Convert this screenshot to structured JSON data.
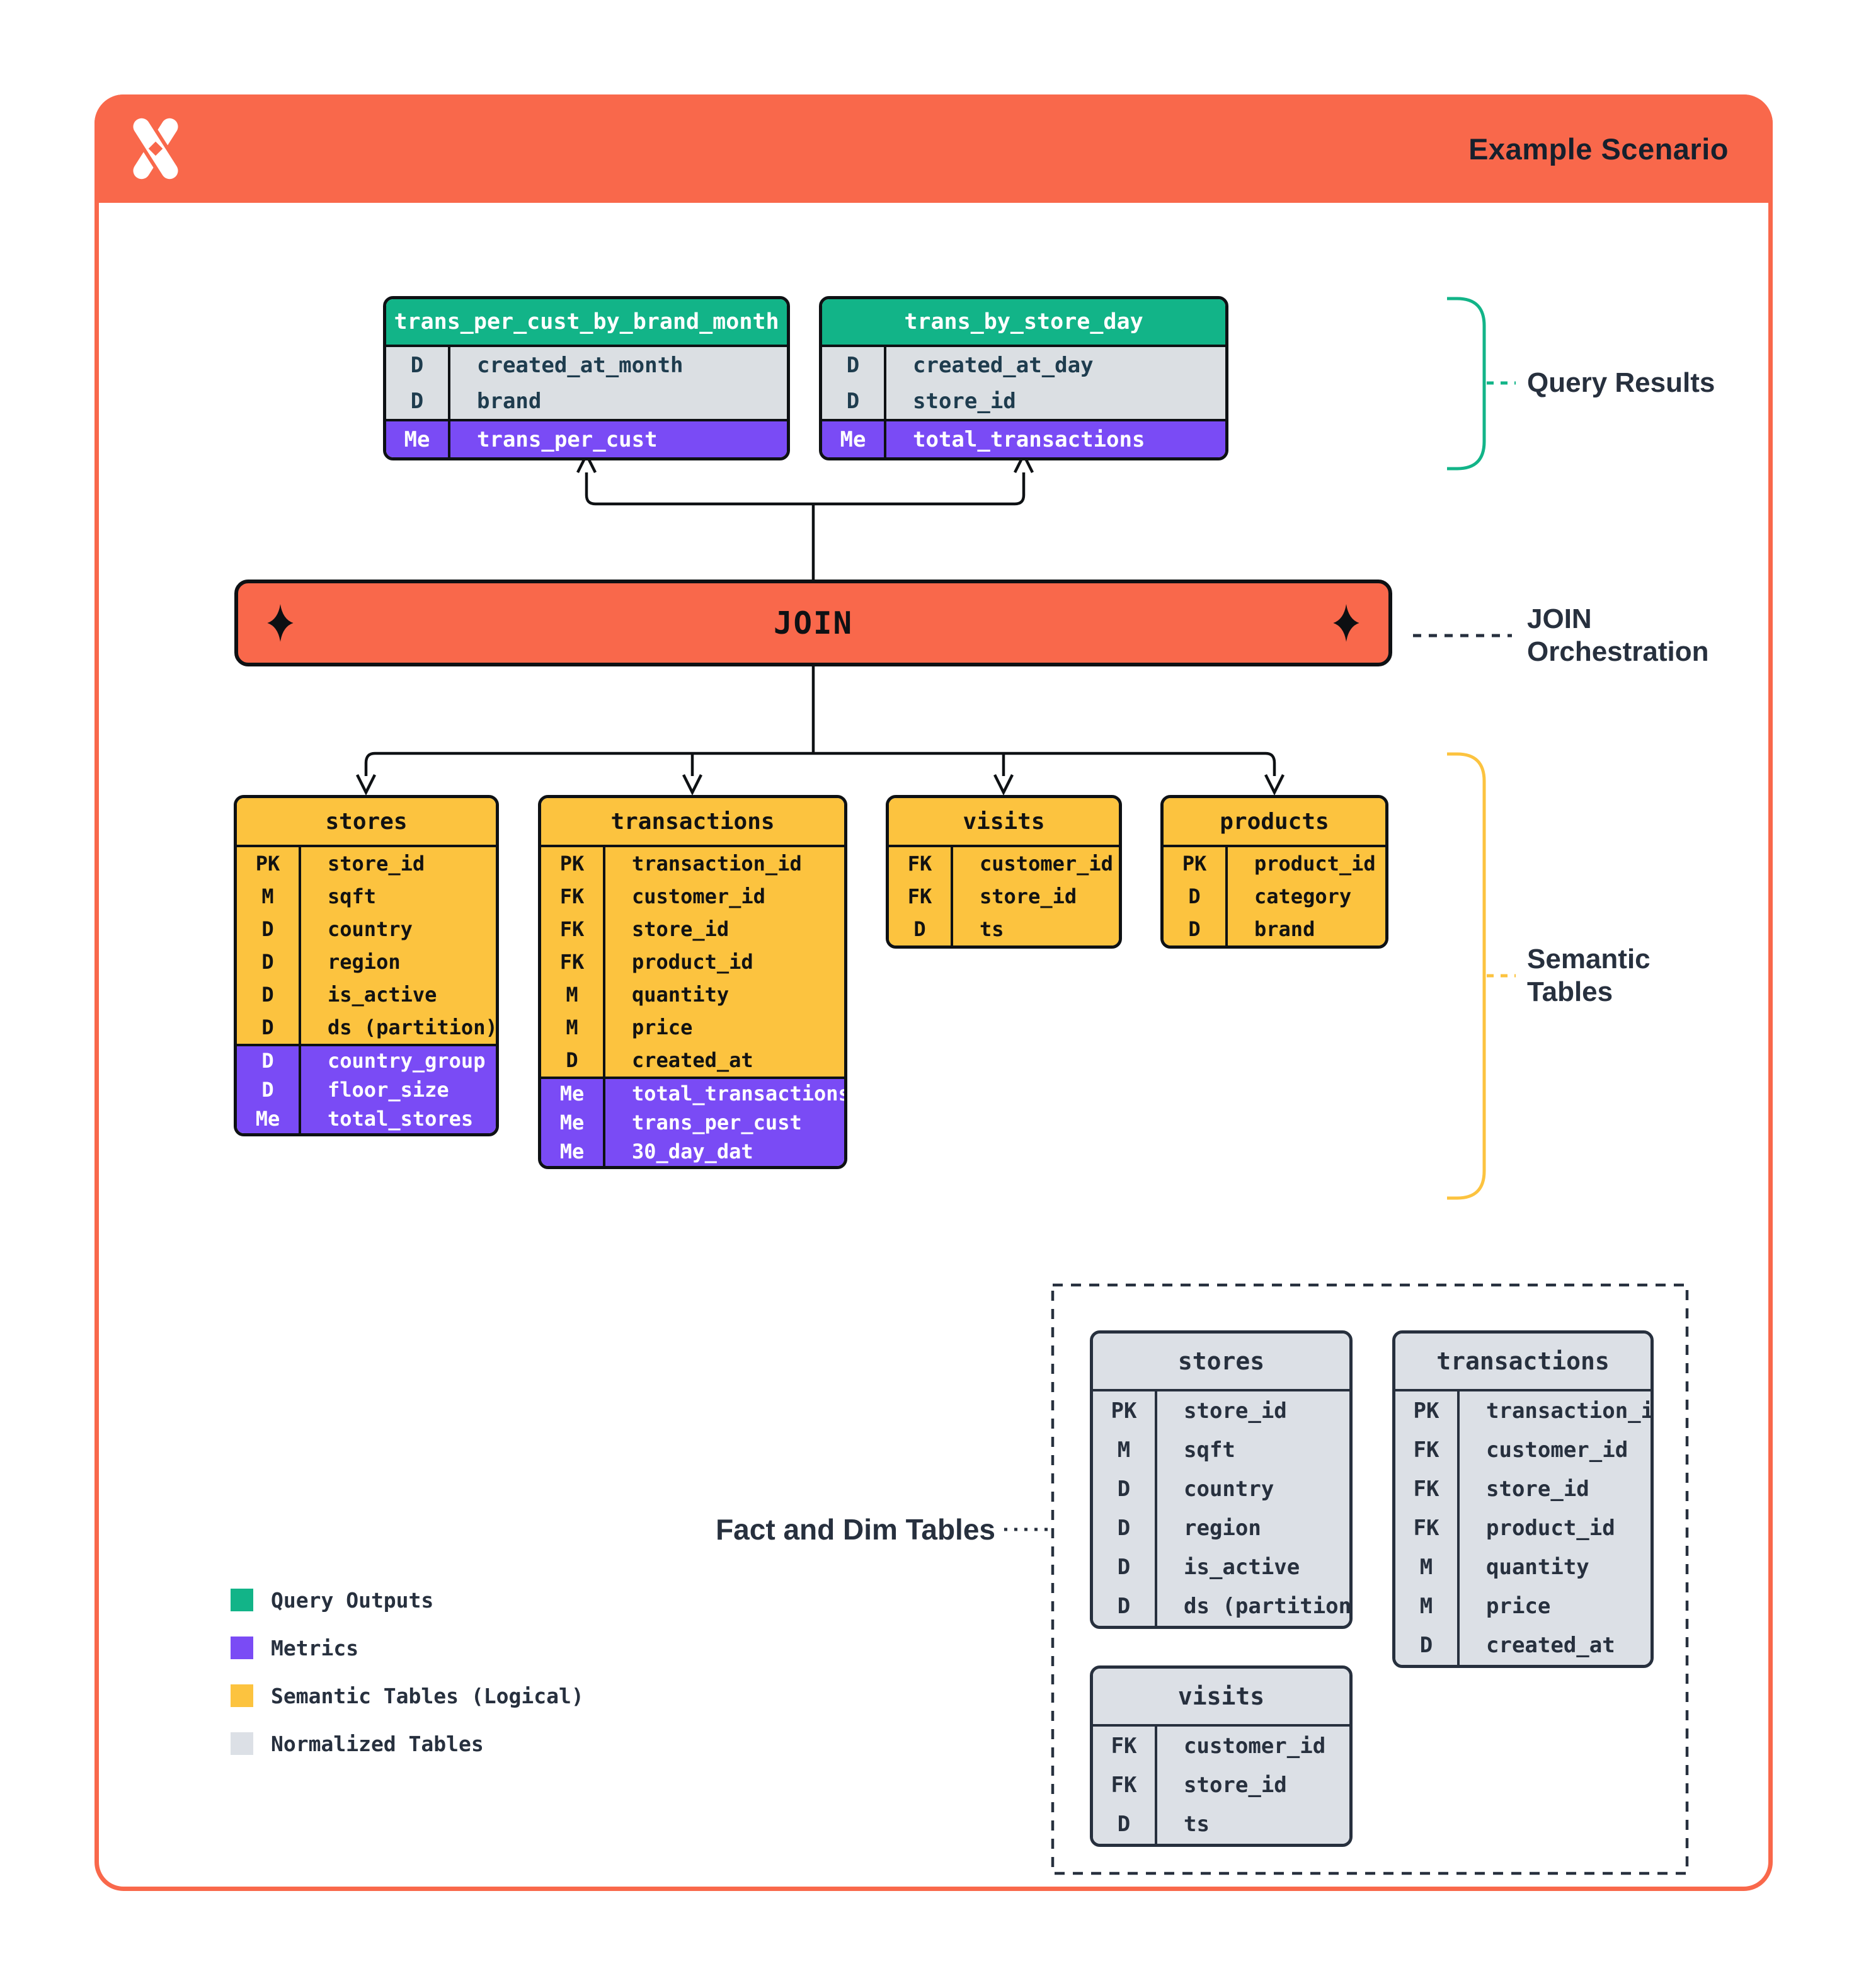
{
  "header": {
    "title": "Example Scenario",
    "logo_icon": "pinwheel-x-logo"
  },
  "join": {
    "label": "JOIN",
    "left_icon": "four-point-star-icon",
    "right_icon": "four-point-star-icon"
  },
  "annotations": {
    "query_results": "Query Results",
    "join_orchestration": "JOIN\nOrchestration",
    "semantic_tables": "Semantic\nTables",
    "fact_dim": "Fact and Dim Tables"
  },
  "result_tables": [
    {
      "title": "trans_per_cust_by_brand_month",
      "rows": [
        {
          "k": "D",
          "v": "created_at_month",
          "sec": "dim"
        },
        {
          "k": "D",
          "v": "brand",
          "sec": "dim"
        },
        {
          "k": "Me",
          "v": "trans_per_cust",
          "sec": "metric"
        }
      ]
    },
    {
      "title": "trans_by_store_day",
      "rows": [
        {
          "k": "D",
          "v": "created_at_day",
          "sec": "dim"
        },
        {
          "k": "D",
          "v": "store_id",
          "sec": "dim"
        },
        {
          "k": "Me",
          "v": "total_transactions",
          "sec": "metric"
        }
      ]
    }
  ],
  "semantic_tables": [
    {
      "title": "stores",
      "rows": [
        {
          "k": "PK",
          "v": "store_id",
          "sec": "attr"
        },
        {
          "k": "M",
          "v": "sqft",
          "sec": "attr"
        },
        {
          "k": "D",
          "v": "country",
          "sec": "attr"
        },
        {
          "k": "D",
          "v": "region",
          "sec": "attr"
        },
        {
          "k": "D",
          "v": "is_active",
          "sec": "attr"
        },
        {
          "k": "D",
          "v": "ds (partition)",
          "sec": "attr"
        },
        {
          "k": "D",
          "v": "country_group",
          "sec": "metric"
        },
        {
          "k": "D",
          "v": "floor_size",
          "sec": "metric"
        },
        {
          "k": "Me",
          "v": "total_stores",
          "sec": "metric"
        }
      ]
    },
    {
      "title": "transactions",
      "rows": [
        {
          "k": "PK",
          "v": "transaction_id",
          "sec": "attr"
        },
        {
          "k": "FK",
          "v": "customer_id",
          "sec": "attr"
        },
        {
          "k": "FK",
          "v": "store_id",
          "sec": "attr"
        },
        {
          "k": "FK",
          "v": "product_id",
          "sec": "attr"
        },
        {
          "k": "M",
          "v": "quantity",
          "sec": "attr"
        },
        {
          "k": "M",
          "v": "price",
          "sec": "attr"
        },
        {
          "k": "D",
          "v": "created_at",
          "sec": "attr"
        },
        {
          "k": "Me",
          "v": "total_transactions",
          "sec": "metric"
        },
        {
          "k": "Me",
          "v": "trans_per_cust",
          "sec": "metric"
        },
        {
          "k": "Me",
          "v": "30_day_dat",
          "sec": "metric"
        }
      ]
    },
    {
      "title": "visits",
      "rows": [
        {
          "k": "FK",
          "v": "customer_id",
          "sec": "attr"
        },
        {
          "k": "FK",
          "v": "store_id",
          "sec": "attr"
        },
        {
          "k": "D",
          "v": "ts",
          "sec": "attr"
        }
      ]
    },
    {
      "title": "products",
      "rows": [
        {
          "k": "PK",
          "v": "product_id",
          "sec": "attr"
        },
        {
          "k": "D",
          "v": "category",
          "sec": "attr"
        },
        {
          "k": "D",
          "v": "brand",
          "sec": "attr"
        }
      ]
    }
  ],
  "normalized_tables": [
    {
      "title": "stores",
      "rows": [
        {
          "k": "PK",
          "v": "store_id",
          "sec": "norm"
        },
        {
          "k": "M",
          "v": "sqft",
          "sec": "norm"
        },
        {
          "k": "D",
          "v": "country",
          "sec": "norm"
        },
        {
          "k": "D",
          "v": "region",
          "sec": "norm"
        },
        {
          "k": "D",
          "v": "is_active",
          "sec": "norm"
        },
        {
          "k": "D",
          "v": "ds (partition)",
          "sec": "norm"
        }
      ]
    },
    {
      "title": "transactions",
      "rows": [
        {
          "k": "PK",
          "v": "transaction_id",
          "sec": "norm"
        },
        {
          "k": "FK",
          "v": "customer_id",
          "sec": "norm"
        },
        {
          "k": "FK",
          "v": "store_id",
          "sec": "norm"
        },
        {
          "k": "FK",
          "v": "product_id",
          "sec": "norm"
        },
        {
          "k": "M",
          "v": "quantity",
          "sec": "norm"
        },
        {
          "k": "M",
          "v": "price",
          "sec": "norm"
        },
        {
          "k": "D",
          "v": "created_at",
          "sec": "norm"
        }
      ]
    },
    {
      "title": "visits",
      "rows": [
        {
          "k": "FK",
          "v": "customer_id",
          "sec": "norm"
        },
        {
          "k": "FK",
          "v": "store_id",
          "sec": "norm"
        },
        {
          "k": "D",
          "v": "ts",
          "sec": "norm"
        }
      ]
    }
  ],
  "legend": {
    "items": [
      {
        "label": "Query Outputs",
        "swatch": "green"
      },
      {
        "label": "Metrics",
        "swatch": "purple"
      },
      {
        "label": "Semantic Tables (Logical)",
        "swatch": "yellow"
      },
      {
        "label": "Normalized Tables",
        "swatch": "gray_table"
      }
    ]
  },
  "colors": {
    "orange": "#F9684B",
    "green": "#12B488",
    "purple": "#7A4BF5",
    "yellow": "#FCC33F",
    "gray_row": "#DBDFE3",
    "gray_table": "#DCE0E6",
    "ink": "#0E1114",
    "slate": "#27303E",
    "teal": "#1E3C4E"
  }
}
